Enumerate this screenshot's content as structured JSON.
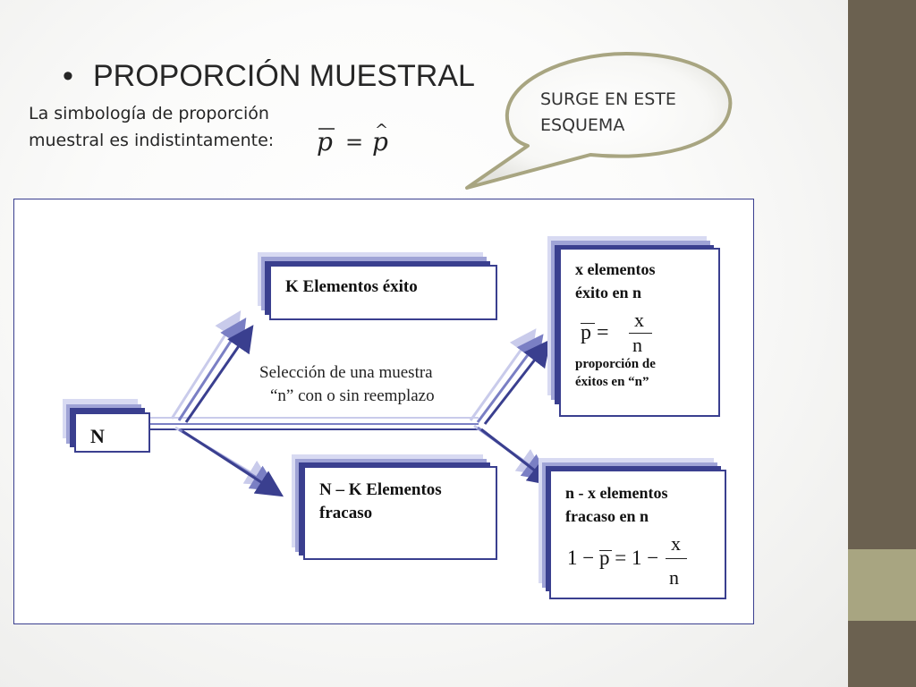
{
  "slide": {
    "title": "PROPORCIÓN MUESTRAL",
    "bullet": "•",
    "intro_line1": "La simbología de proporción",
    "intro_line2": "muestral es indistintamente:",
    "formula": "p = p̂"
  },
  "bubble": {
    "line1": "SURGE EN ESTE",
    "line2": "ESQUEMA"
  },
  "diagram": {
    "population_box": {
      "label": "N"
    },
    "success_box": {
      "label": "K Elementos éxito"
    },
    "failure_box": {
      "line1": "N – K Elementos",
      "line2": "fracaso"
    },
    "selection": {
      "line1": "Selección de una muestra",
      "line2": "“n” con o sin  reemplazo"
    },
    "sample_success_box": {
      "line1": "x  elementos",
      "line2": "éxito en n",
      "formula_lhs": "p =",
      "formula_num": "x",
      "formula_den": "n",
      "note1": "proporción de",
      "note2": "éxitos en “n”"
    },
    "sample_failure_box": {
      "line1": "n -  x  elementos",
      "line2": "fracaso en n",
      "formula_lhs": "1 − p = 1 −",
      "formula_num": "x",
      "formula_den": "n"
    }
  },
  "colors": {
    "frame": "#3a3f8f",
    "stack_light": "#d8daf2",
    "stack_mid": "#9fa3d6",
    "sidebar_dark": "#6b6150",
    "sidebar_light": "#a8a581"
  }
}
